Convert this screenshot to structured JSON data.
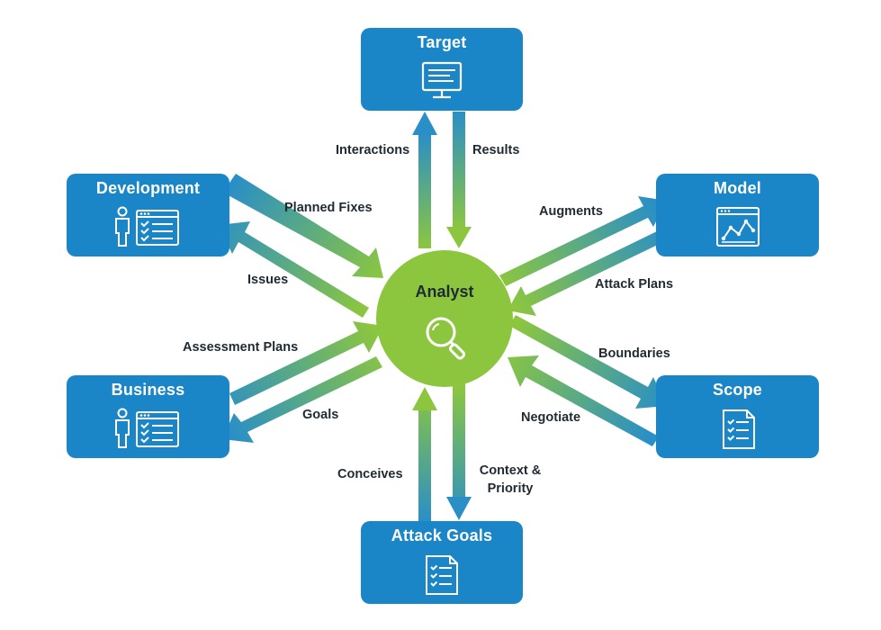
{
  "center": {
    "label": "Analyst",
    "icon": "magnifier-icon"
  },
  "nodes": {
    "target": {
      "label": "Target",
      "icon": "monitor-icon"
    },
    "development": {
      "label": "Development",
      "icon": "person-checklist-icon"
    },
    "business": {
      "label": "Business",
      "icon": "person-checklist-icon"
    },
    "model": {
      "label": "Model",
      "icon": "line-chart-icon"
    },
    "scope": {
      "label": "Scope",
      "icon": "checklist-document-icon"
    },
    "attack_goals": {
      "label": "Attack Goals",
      "icon": "checklist-document-icon"
    }
  },
  "edges": {
    "interactions": "Interactions",
    "results": "Results",
    "planned_fixes": "Planned Fixes",
    "issues": "Issues",
    "assessment_plans": "Assessment Plans",
    "goals": "Goals",
    "augments": "Augments",
    "attack_plans": "Attack Plans",
    "boundaries": "Boundaries",
    "negotiate": "Negotiate",
    "conceives": "Conceives",
    "context_priority_line1": "Context &",
    "context_priority_line2": "Priority"
  },
  "colors": {
    "node_blue": "#1a86c7",
    "center_green": "#8cc63f",
    "arrow_blue": "#2a8fc6",
    "arrow_green": "#8cc63f"
  }
}
